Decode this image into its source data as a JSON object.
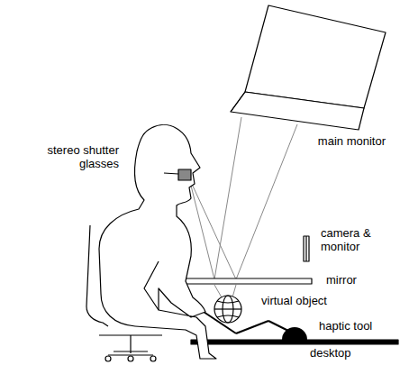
{
  "diagram": {
    "labels": [
      "main monitor",
      "stereo shutter glasses",
      "camera & monitor",
      "mirror",
      "virtual object",
      "haptic tool",
      "desktop"
    ]
  }
}
